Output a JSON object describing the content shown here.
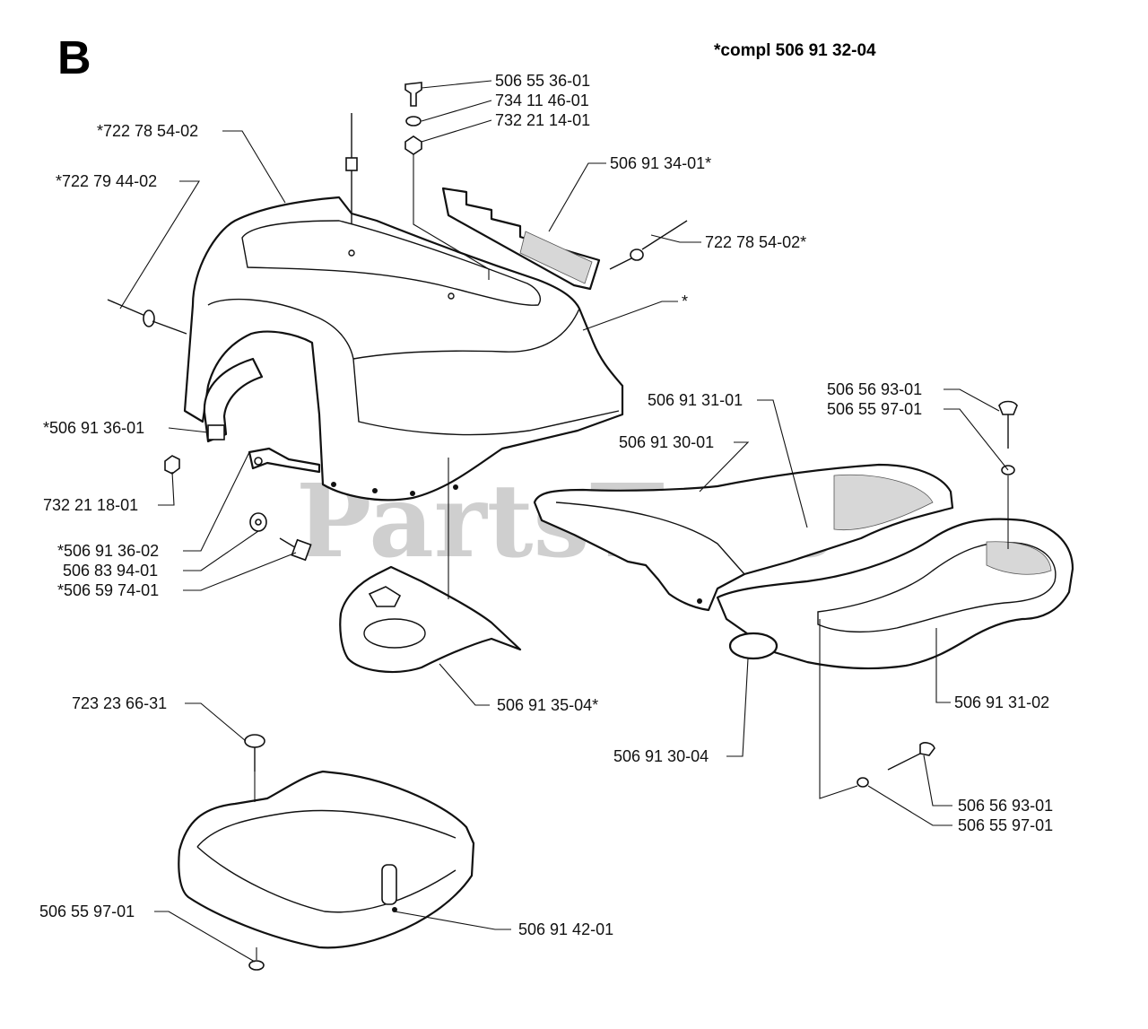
{
  "section_letter": "B",
  "compl_note": "*compl 506 91 32-04",
  "watermark": "PartsTree",
  "labels": {
    "l1": "506 55 36-01",
    "l2": "734 11 46-01",
    "l3": "732 21 14-01",
    "l4": "*722 78 54-02",
    "l5": "*722 79 44-02",
    "l6": "506 91 34-01*",
    "l7": "722 78 54-02*",
    "l8": "*",
    "l9": "*506 91 36-01",
    "l10": "506 56 93-01",
    "l11": "506 55 97-01",
    "l12": "506 91 31-01",
    "l13": "506 91 30-01",
    "l14": "732 21 18-01",
    "l15": "*506 91 36-02",
    "l16": "506 83 94-01",
    "l17": "*506 59 74-01",
    "l18": "506 91 35-04*",
    "l19": "506 91 31-02",
    "l20": "723 23 66-31",
    "l21": "506 91 30-04",
    "l22": "506 56 93-01",
    "l23": "506 55 97-01",
    "l24": "506 55 97-01",
    "l25": "506 91 42-01"
  }
}
